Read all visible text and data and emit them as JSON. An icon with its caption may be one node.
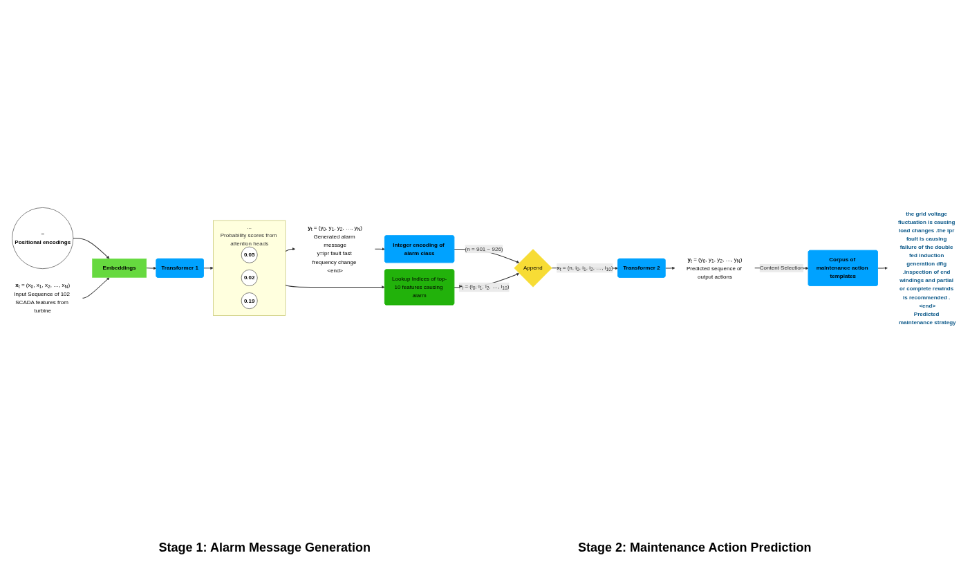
{
  "diagram": {
    "nodes": [
      {
        "text": [
          "Integer encoding of alarm class"
        ]
      },
      {
        "text": [
          "Append"
        ]
      },
      {
        "text": [
          "Transformer 2"
        ]
      },
      {
        "text": [
          "**y**$_{t}$ = (y$_{0}$, y$_{1}$, y$_{2}$, …, y$_{N}$)"
        ],
        "beside": [
          "Generated alarm message",
          "y=ipr fault fast frequency change <end>"
        ]
      },
      {
        "text": [
          "..."
        ],
        "beside": [
          "Probability scores from attention heads"
        ]
      },
      {
        "text": [
          "0.05"
        ],
        "in": 4
      },
      {
        "text": [
          "0.02"
        ],
        "in": 4
      },
      {
        "text": [
          "0.19"
        ],
        "in": 4
      },
      {
        "text": [
          "Lookup Indices of top-10 features causing alarm"
        ]
      },
      {
        "text": [
          "Transformer 1"
        ]
      },
      {
        "text": [
          "~",
          "Positional encodings"
        ]
      },
      {
        "text": [
          "Embeddings"
        ]
      },
      {
        "text": [
          "**x**$_{t}$ = (x$_{0}$, x$_{1}$, x$_{2}$, …, x$_{N}$)"
        ],
        "beside": [
          "Input Sequence of 102 SCADA features from turbine"
        ]
      },
      {
        "text": [
          "the grid voltage fluctuation is causing load changes .the ipr fault is causing failure of the double fed induction generation dfig .inspection of end windings and partial or complete rewinds is recommended . <end>"
        ],
        "beside": [
          "Predicted maintenance strategy"
        ]
      },
      {
        "text": [
          "Corpus of maintenance action templates"
        ]
      },
      {
        "text": [
          "**y**$_{t}$ = (y$_{0}$, y$_{1}$, y$_{2}$, …, y$_{N}$)"
        ],
        "beside": [
          "Predicted sequence of output actions"
        ]
      }
    ],
    "edges": [
      {
        "from": 10,
        "to": 11,
        "arrow": "to"
      },
      {
        "from": 12,
        "to": 11,
        "arrow": "to"
      },
      {
        "from": 11,
        "to": 9,
        "arrow": "to"
      },
      {
        "from": 9,
        "to": 4,
        "arrow": "to"
      },
      {
        "from": 4,
        "to": 3,
        "arrow": "to"
      },
      {
        "from": 3,
        "to": 0,
        "arrow": "to"
      },
      {
        "from": 4,
        "to": 8,
        "arrow": "to"
      },
      {
        "from": 0,
        "to": 1,
        "arrow": "to",
        "label": "(n = 901 − 926)"
      },
      {
        "from": 8,
        "to": 1,
        "arrow": "to",
        "label": "**F**$_{i}$ = (i$_{0}$, i$_{1}$, i$_{2}$, …, i$_{10}$)"
      },
      {
        "from": 1,
        "to": 2,
        "arrow": "to",
        "label": "**x**$_{t}$ = (n, i$_{0}$, i$_{1}$, i$_{2}$, …, i$_{10}$)"
      },
      {
        "from": 2,
        "to": 15,
        "arrow": "to"
      },
      {
        "from": 15,
        "to": 14,
        "arrow": "to",
        "label": "Content Selection"
      },
      {
        "from": 14,
        "to": 13,
        "arrow": "to"
      }
    ],
    "labels": [
      "Stage 1: Alarm Message Generation",
      "Stage 2: Maintenance Action Prediction"
    ]
  }
}
